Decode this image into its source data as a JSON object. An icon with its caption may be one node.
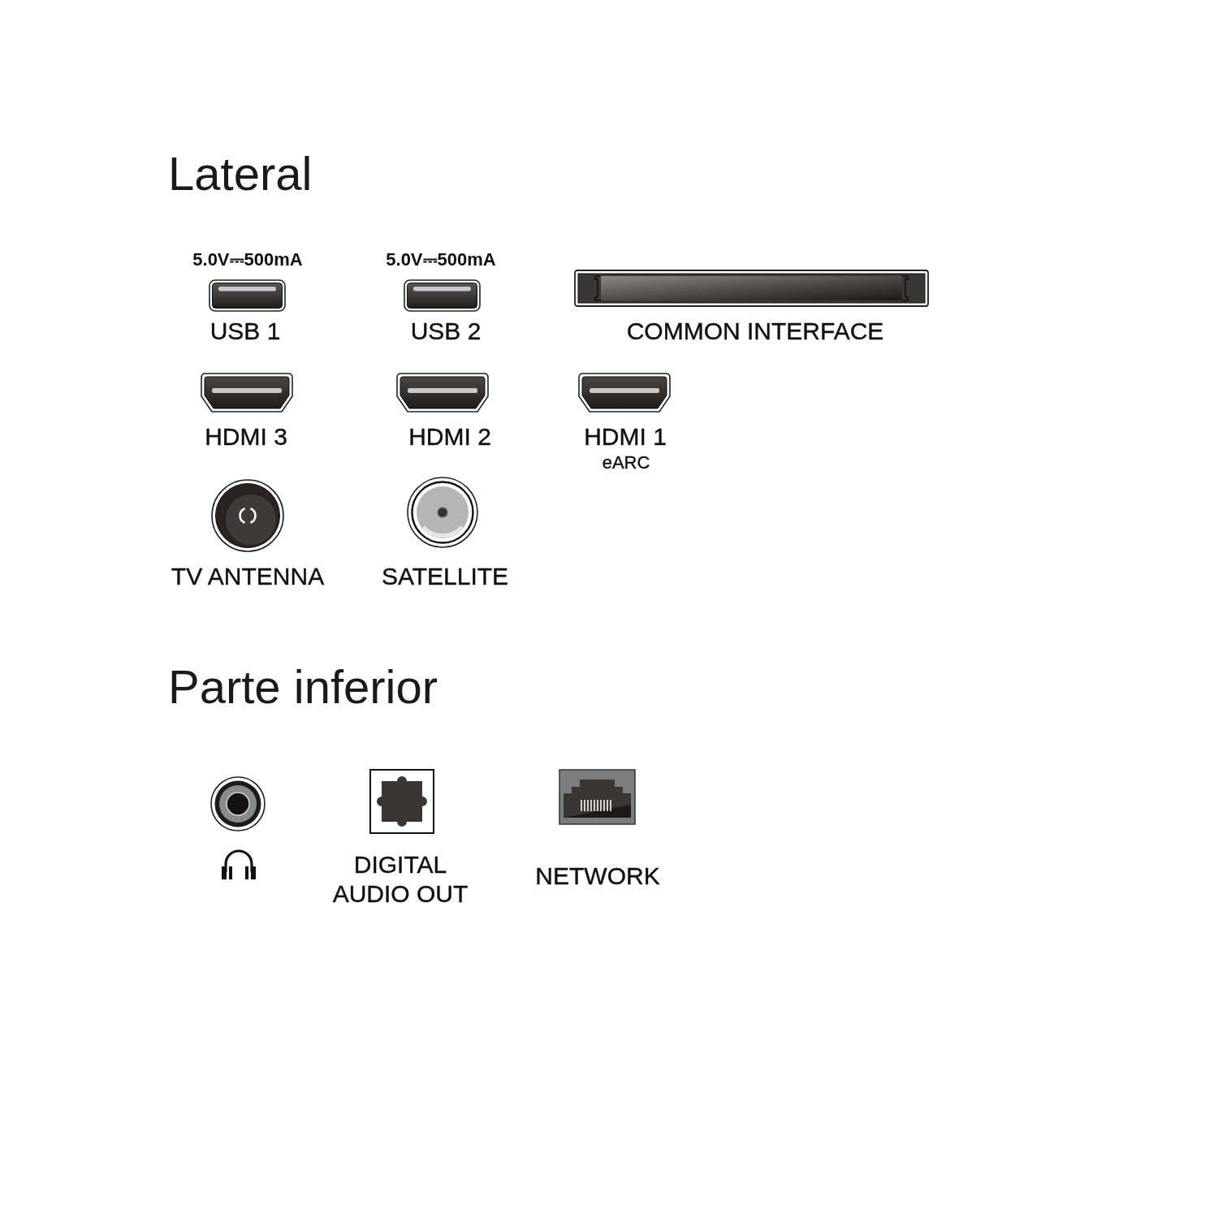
{
  "diagram": {
    "labels": [
      "Lateral",
      "5.0V⎓500mA",
      "5.0V⎓500mA",
      "USB 1",
      "USB 2",
      "COMMON INTERFACE",
      "HDMI 3",
      "HDMI 2",
      "HDMI 1",
      "eARC",
      "TV ANTENNA",
      "SATELLITE",
      "Parte inferior",
      "DIGITAL AUDIO OUT",
      "NETWORK"
    ]
  }
}
